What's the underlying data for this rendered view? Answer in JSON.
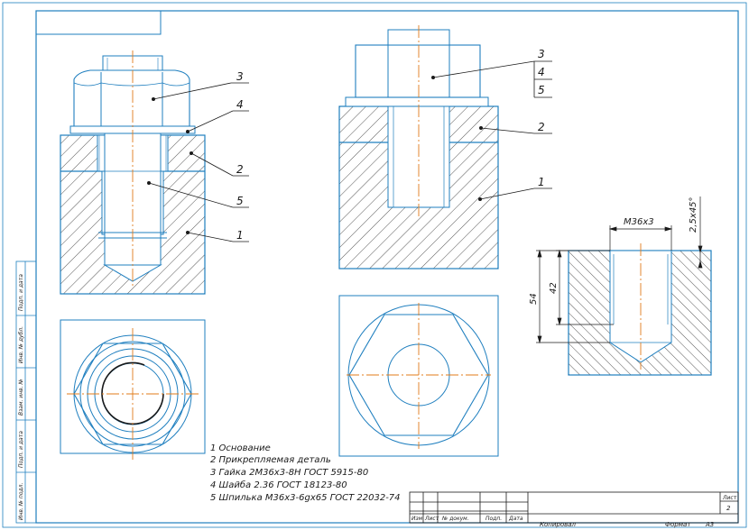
{
  "callouts": {
    "c1_left": "3",
    "c2_left": "4",
    "c3_left": "2",
    "c4_left": "5",
    "c5_left": "1",
    "c1_mid": "3",
    "c2_mid": "4",
    "c3_mid": "5",
    "c4_mid": "2",
    "c5_mid": "1"
  },
  "dimensions": {
    "thread": "М36х3",
    "chamfer": "2,5х45°",
    "depth_full": "54",
    "depth_thread": "42"
  },
  "legend": [
    "1 Основание",
    "2 Прикрепляемая деталь",
    "3 Гайка 2М36х3-8Н ГОСТ 5915-80",
    "4 Шайба 2.36 ГОСТ 18123-80",
    "5 Шпилька М36х3-6gх65 ГОСТ 22032-74"
  ],
  "side_stamp": [
    "Подп. и дата",
    "Инв. № дубл.",
    "Взам. инв. №",
    "Подп. и дата",
    "Инв. № подл."
  ],
  "title_block": {
    "cols": [
      "Изм",
      "Лист",
      "№ докум.",
      "Подп.",
      "Дата"
    ],
    "sheet_label": "Лист",
    "sheet_number": "2",
    "copied": "Копировал",
    "format_label": "Формат",
    "format_value": "А3"
  },
  "colors": {
    "line": "#1f7fbf",
    "axis": "#e07b1a",
    "text": "#1a1a1a",
    "hatch": "#2a2a2a"
  }
}
